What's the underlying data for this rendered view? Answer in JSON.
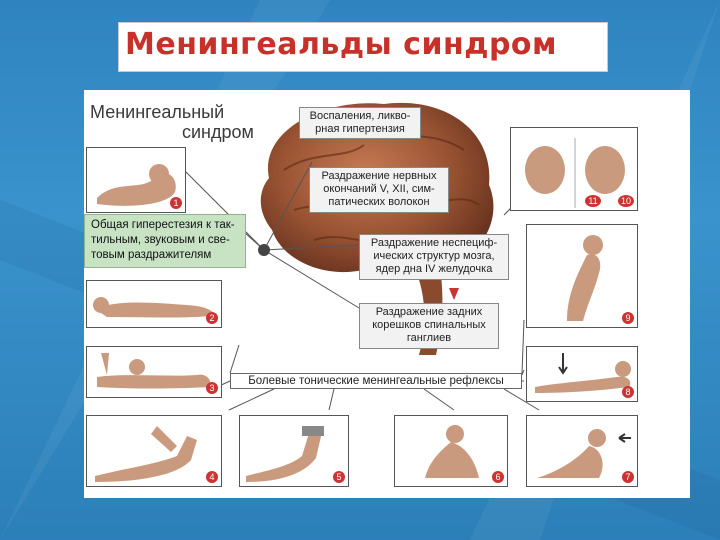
{
  "slide_title": "Менингеальды синдром",
  "figure": {
    "title_line1": "Менингеальный",
    "title_line2": "синдром",
    "box_inflammation": "Воспаления, ликво-\nрная гипертензия",
    "box_nerve_endings": "Раздражение нервных\nокончаний V, XII, сим-\nпатических волокон",
    "box_nonspecific": "Раздражение неспециф-\nических структур мозга,\nядер дна IV желудочка",
    "box_posterior_roots": "Раздражение задних\nкорешков спинальных\nганглиев",
    "box_hyperesthesia": "Общая гиперестезия к так-\nтильным, звуковым и све-\nтовым раздражителям",
    "box_reflexes": "Болевые тонические менингеальные рефлексы",
    "panels": [
      {
        "num": "1"
      },
      {
        "num": "2"
      },
      {
        "num": "3"
      },
      {
        "num": "4"
      },
      {
        "num": "5"
      },
      {
        "num": "6"
      },
      {
        "num": "7"
      },
      {
        "num": "8"
      },
      {
        "num": "9"
      },
      {
        "num": "10"
      },
      {
        "num": "11"
      }
    ]
  },
  "colors": {
    "accent_red": "#c8302a",
    "background_blue": "#2f84bf",
    "skin": "#c99a7e",
    "brain": "#8b4a2f"
  }
}
